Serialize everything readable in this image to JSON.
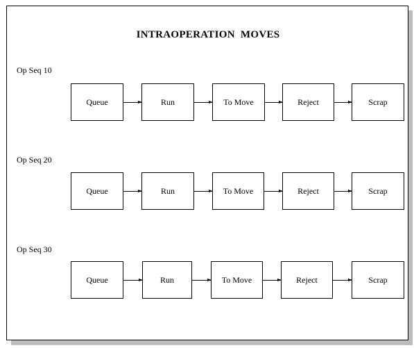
{
  "title": "INTRAOPERATION  MOVES",
  "rows": [
    {
      "label": "Op Seq 10",
      "steps": [
        "Queue",
        "Run",
        "To Move",
        "Reject",
        "Scrap"
      ]
    },
    {
      "label": "Op Seq 20",
      "steps": [
        "Queue",
        "Run",
        "To Move",
        "Reject",
        "Scrap"
      ]
    },
    {
      "label": "Op Seq 30",
      "steps": [
        "Queue",
        "Run",
        "To Move",
        "Reject",
        "Scrap"
      ]
    }
  ],
  "colors": {
    "border": "#000000",
    "shadow": "#bdbdbd",
    "background": "#ffffff"
  }
}
